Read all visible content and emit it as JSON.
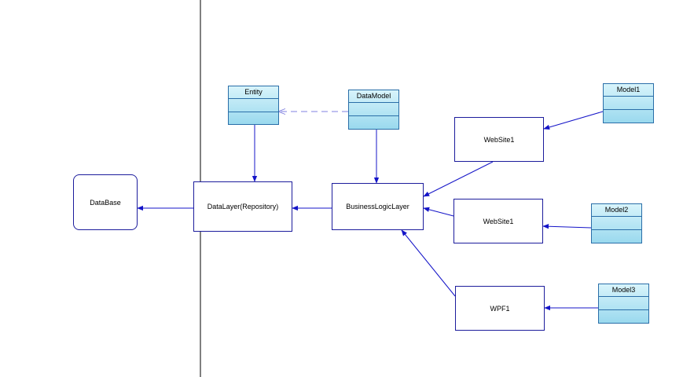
{
  "diagram": {
    "colors": {
      "edge": "#1414c8",
      "dependency": "#8080e0",
      "box_border": "#1c1c9c",
      "class_border": "#2a6ea8",
      "class_fill_top": "#d8f4fb",
      "class_fill_bottom": "#9ad9ee",
      "divider": "#000000"
    },
    "nodes": {
      "database": "DataBase",
      "datalayer": "DataLayer(Repository)",
      "business": "BusinessLogicLayer",
      "website1a": "WebSite1",
      "website1b": "WebSite1",
      "wpf1": "WPF1",
      "entity": "Entity",
      "datamodel": "DataModel",
      "model1": "Model1",
      "model2": "Model2",
      "model3": "Model3"
    },
    "edges": [
      {
        "from": "datalayer",
        "to": "database",
        "style": "solid"
      },
      {
        "from": "business",
        "to": "datalayer",
        "style": "solid"
      },
      {
        "from": "entity",
        "to": "datalayer",
        "style": "solid"
      },
      {
        "from": "datamodel",
        "to": "business",
        "style": "solid"
      },
      {
        "from": "datamodel",
        "to": "entity",
        "style": "dashed"
      },
      {
        "from": "website1a",
        "to": "business",
        "style": "solid"
      },
      {
        "from": "website1b",
        "to": "business",
        "style": "solid"
      },
      {
        "from": "wpf1",
        "to": "business",
        "style": "solid"
      },
      {
        "from": "model1",
        "to": "website1a",
        "style": "solid"
      },
      {
        "from": "model2",
        "to": "website1b",
        "style": "solid"
      },
      {
        "from": "model3",
        "to": "wpf1",
        "style": "solid"
      }
    ]
  }
}
